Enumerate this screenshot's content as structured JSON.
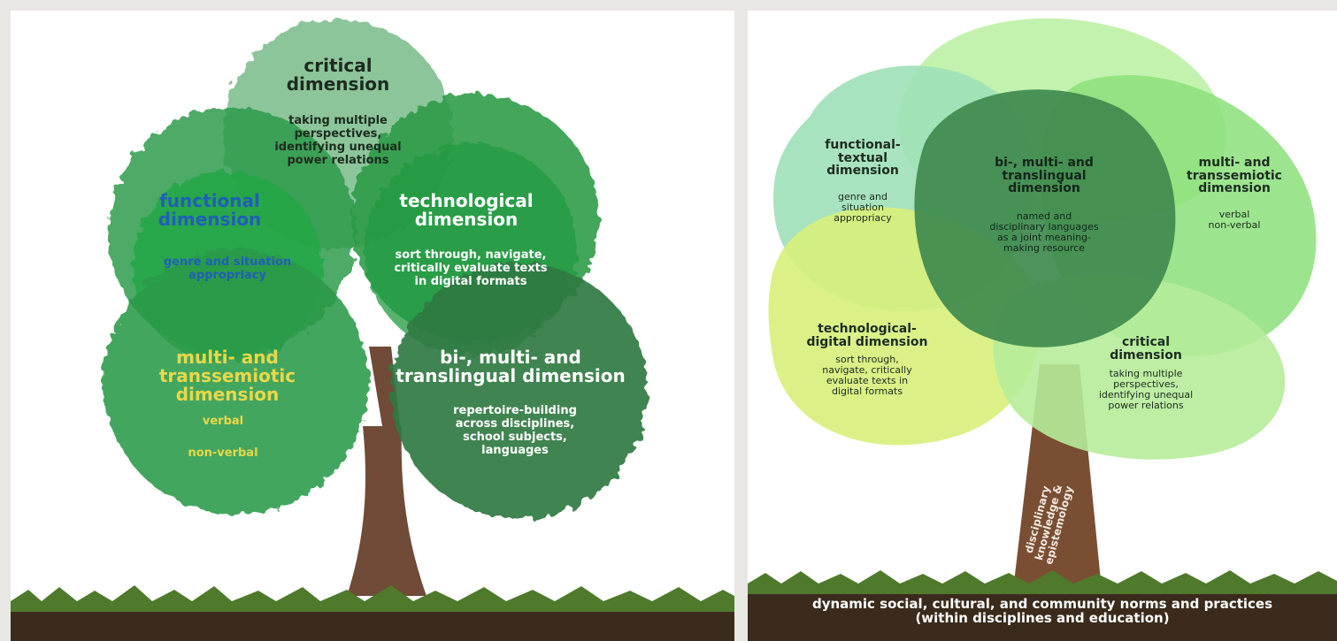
{
  "left_tree": {
    "critical": {
      "title_line1": "critical",
      "title_line2": "dimension",
      "body_line1": "taking multiple",
      "body_line2": "perspectives,",
      "body_line3": "identifying unequal",
      "body_line4": "power relations"
    },
    "functional": {
      "title_line1": "functional",
      "title_line2": "dimension",
      "body_line1": "genre and situation",
      "body_line2": "appropriacy"
    },
    "technological": {
      "title_line1": "technological",
      "title_line2": "dimension",
      "body_line1": "sort through, navigate,",
      "body_line2": "critically evaluate texts",
      "body_line3": "in digital formats"
    },
    "multi": {
      "title_line1": "multi- and",
      "title_line2": "transsemiotic",
      "title_line3": "dimension",
      "body_line1": "verbal",
      "body_line2": "non-verbal"
    },
    "bilingual": {
      "title_line1": "bi-, multi- and",
      "title_line2": "translingual dimension",
      "body_line1": "repertoire-building",
      "body_line2": "across disciplines,",
      "body_line3": "school subjects,",
      "body_line4": "languages"
    }
  },
  "right_tree": {
    "functional": {
      "title_line1": "functional-",
      "title_line2": "textual",
      "title_line3": "dimension",
      "body_line1": "genre and",
      "body_line2": "situation",
      "body_line3": "appropriacy"
    },
    "bilingual": {
      "title_line1": "bi-, multi- and",
      "title_line2": "translingual",
      "title_line3": "dimension",
      "body_line1": "named and",
      "body_line2": "disciplinary languages",
      "body_line3": "as a joint meaning-",
      "body_line4": "making resource"
    },
    "multi": {
      "title_line1": "multi- and",
      "title_line2": "transsemiotic",
      "title_line3": "dimension",
      "body_line1": "verbal",
      "body_line2": "non-verbal"
    },
    "technological": {
      "title_line1": "technological-",
      "title_line2": "digital dimension",
      "body_line1": "sort through,",
      "body_line2": "navigate, critically",
      "body_line3": "evaluate texts in",
      "body_line4": "digital formats"
    },
    "critical": {
      "title_line1": "critical",
      "title_line2": "dimension",
      "body_line1": "taking multiple",
      "body_line2": "perspectives,",
      "body_line3": "identifying unequal",
      "body_line4": "power relations"
    },
    "trunk": {
      "line1": "disciplinary",
      "line2": "knowledge &",
      "line3": "epistemology"
    },
    "ground": {
      "line1": "dynamic social, cultural, and community norms and practices",
      "line2": "(within disciplines and education)"
    }
  },
  "colors": {
    "left_light": "#7fbf8f",
    "left_mid": "#2e9b4e",
    "left_bright": "#21a843",
    "left_dark": "#2f7a43",
    "functional_text": "#1f5fb8",
    "multi_text": "#e8d84a",
    "right_teal": "#9fe0b8",
    "right_lime": "#d7ef7a",
    "right_green": "#8be07a",
    "right_dark": "#3f8a4e",
    "trunk": "#7a4e33"
  }
}
